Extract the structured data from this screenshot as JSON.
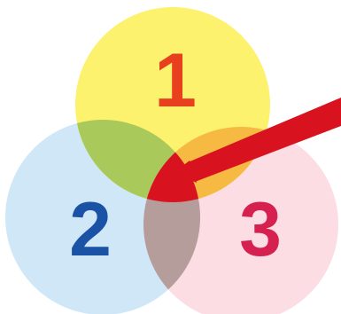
{
  "diagram": {
    "circles": [
      {
        "label": "1",
        "fill": "#fdf26e",
        "label_color": "#e8401f"
      },
      {
        "label": "2",
        "fill": "#cfe7f7",
        "label_color": "#1a52a6"
      },
      {
        "label": "3",
        "fill": "#fbdde3",
        "label_color": "#d6204f"
      }
    ],
    "overlaps": {
      "one_two": "#a9c95a",
      "one_three": "#f6b941",
      "two_three": "#b59d9b",
      "center": "#d8121f"
    },
    "pointer_color": "#d8121f"
  }
}
